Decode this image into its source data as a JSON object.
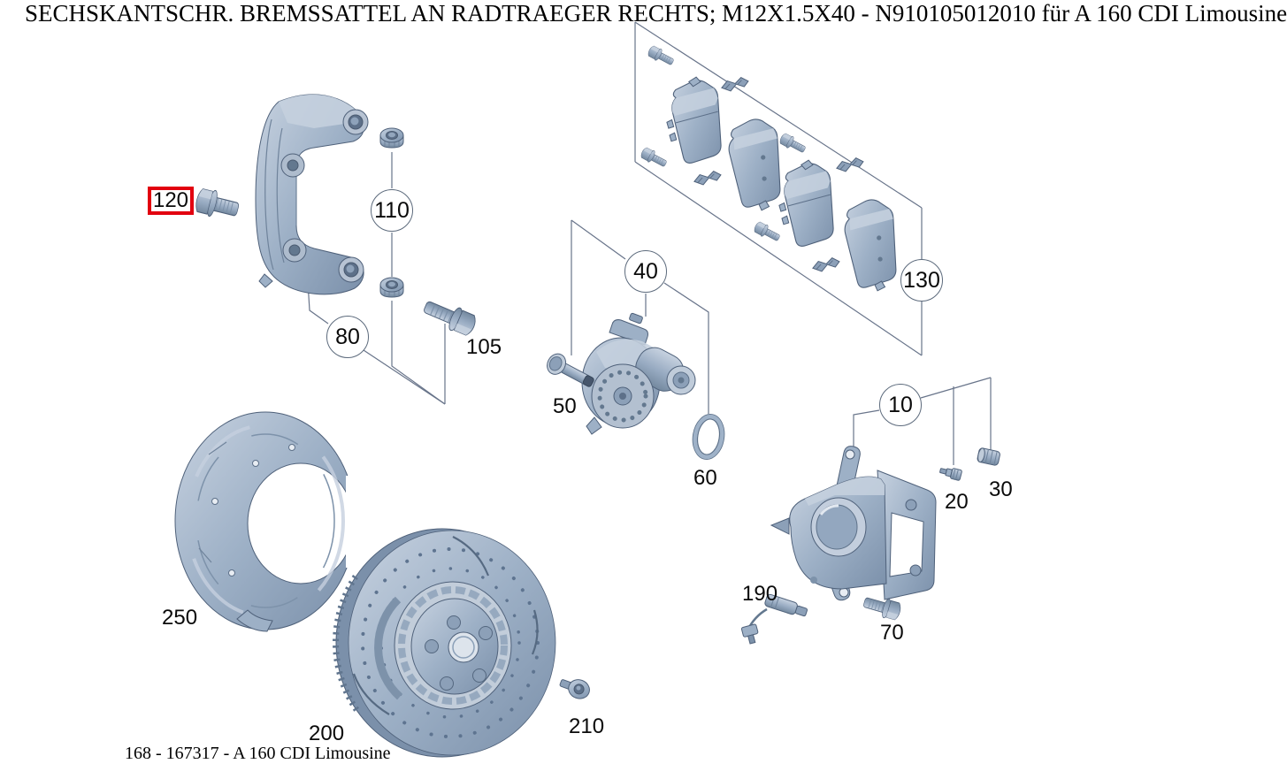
{
  "page": {
    "title": "SECHSKANTSCHR. BREMSSATTEL AN RADTRAEGER RECHTS; M12X1.5X40 - N910105012010 für A 160 CDI Limousine",
    "footer": "168 - 167317 - A 160 CDI Limousine"
  },
  "diagram": {
    "type": "exploded-parts-diagram",
    "subject": "front brake caliper assembly, right side",
    "part_fill_color": "#9cb0c6",
    "outline_color": "#4f617a",
    "leader_line_color": "#68748a",
    "highlight_color": "#e2000f",
    "selected_callout": "120",
    "callouts": {
      "c10": {
        "label": "10",
        "style": "circle",
        "points_to": "brake caliper housing"
      },
      "c20": {
        "label": "20",
        "style": "plain",
        "points_to": "bleed screw"
      },
      "c30": {
        "label": "30",
        "style": "plain",
        "points_to": "bleed screw cap"
      },
      "c40": {
        "label": "40",
        "style": "circle",
        "points_to": "parking brake actuator motor"
      },
      "c50": {
        "label": "50",
        "style": "plain",
        "points_to": "actuator mounting screw"
      },
      "c60": {
        "label": "60",
        "style": "plain",
        "points_to": "o-ring seal"
      },
      "c70": {
        "label": "70",
        "style": "plain",
        "points_to": "caliper guide bolt"
      },
      "c80": {
        "label": "80",
        "style": "circle",
        "points_to": "brake caliper carrier bracket"
      },
      "c105": {
        "label": "105",
        "style": "plain",
        "points_to": "carrier guide bolt"
      },
      "c110": {
        "label": "110",
        "style": "circle",
        "points_to": "flange nuts"
      },
      "c120": {
        "label": "120",
        "style": "boxed",
        "points_to": "hex bolt caliper to wheel carrier",
        "highlighted": true
      },
      "c130": {
        "label": "130",
        "style": "circle",
        "points_to": "brake pad set with clips and screws"
      },
      "c190": {
        "label": "190",
        "style": "plain",
        "points_to": "brake pad wear sensor"
      },
      "c200": {
        "label": "200",
        "style": "plain",
        "points_to": "brake disc"
      },
      "c210": {
        "label": "210",
        "style": "plain",
        "points_to": "brake disc set screw"
      },
      "c250": {
        "label": "250",
        "style": "plain",
        "points_to": "brake disc splash shield"
      }
    }
  }
}
